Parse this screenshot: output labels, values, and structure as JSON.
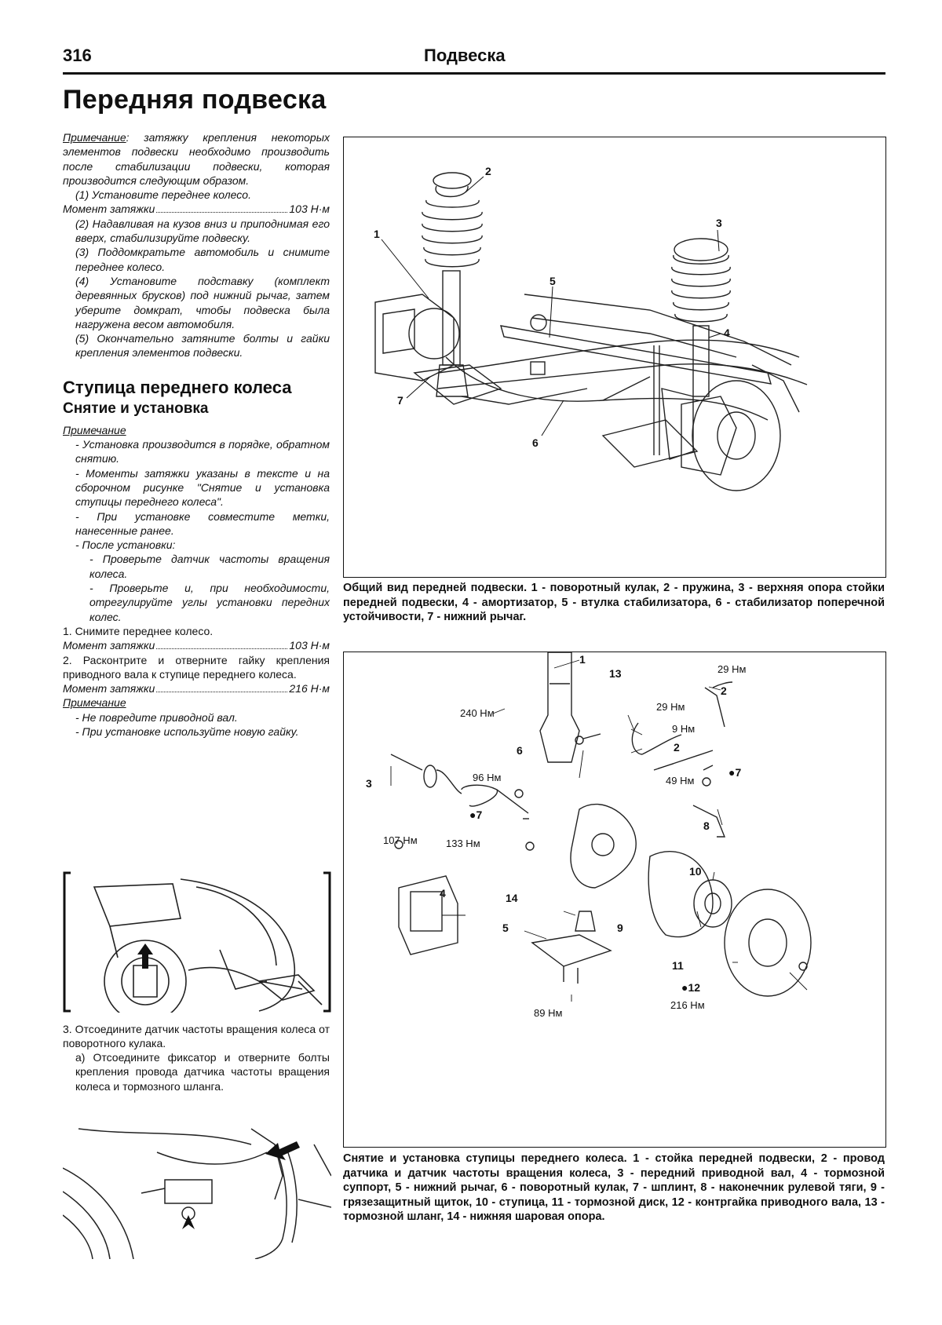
{
  "header": {
    "page_number": "316",
    "section": "Подвеска"
  },
  "main_title": "Передняя подвеска",
  "intro": {
    "note_label": "Примечание",
    "note_text": ": затяжку крепления некоторых элементов подвески необходимо производить после стабилизации подвески, которая производится следующим образом.",
    "step1": "(1) Установите переднее колесо.",
    "torque1_label": "Момент затяжки",
    "torque1_value": "103 Н·м",
    "step2": "(2) Надавливая на кузов вниз и приподнимая его вверх, стабилизируйте подвеску.",
    "step3": "(3) Поддомкратьте автомобиль и снимите переднее колесо.",
    "step4": "(4) Установите подставку (комплект деревянных брусков) под нижний рычаг, затем уберите домкрат, чтобы подвеска была нагружена весом автомобиля.",
    "step5": "(5) Окончательно затяните болты и гайки крепления элементов подвески."
  },
  "hub_section": {
    "title": "Ступица переднего колеса",
    "subtitle": "Снятие и установка",
    "note_label": "Примечание",
    "note_items": [
      "- Установка производится в порядке, обратном снятию.",
      "- Моменты затяжки указаны в тексте и на сборочном рисунке \"Снятие и установка ступицы переднего колеса\".",
      "- При установке совместите метки, нанесенные ранее.",
      "- После установки:",
      "- Проверьте датчик частоты вращения колеса.",
      "- Проверьте и, при необходимости, отрегулируйте углы установки передних колес."
    ],
    "step1": "1. Снимите переднее колесо.",
    "torque1_label": "Момент затяжки",
    "torque1_value": "103 Н·м",
    "step2": "2. Расконтрите и отверните гайку крепления приводного вала к ступице переднего колеса.",
    "torque2_label": "Момент затяжки",
    "torque2_value": "216 Н·м",
    "note2_label": "Примечание",
    "note2_items": [
      "- Не повредите приводной вал.",
      "- При установке используйте новую гайку."
    ],
    "step3": "3. Отсоедините датчик частоты вращения колеса от поворотного кулака.",
    "step3a": "а) Отсоедините фиксатор и отверните болты крепления провода датчика частоты вращения колеса и тормозного шланга."
  },
  "figure1": {
    "caption": "Общий вид передней подвески. 1 - поворотный кулак, 2 - пружина, 3 - верхняя опора стойки передней подвески, 4 - амортизатор, 5 - втулка стабилизатора, 6 - стабилизатор поперечной устойчивости, 7 - нижний рычаг.",
    "callouts": [
      "1",
      "2",
      "3",
      "4",
      "5",
      "6",
      "7"
    ]
  },
  "figure2": {
    "caption": "Снятие и установка ступицы переднего колеса. 1 - стойка передней подвески, 2 - провод датчика и датчик частоты вращения колеса, 3 - передний приводной вал, 4 - тормозной суппорт, 5 - нижний рычаг, 6 - поворотный кулак, 7 - шплинт, 8 - наконечник рулевой тяги, 9 - грязезащитный щиток, 10 - ступица, 11 - тормозной диск, 12 - контргайка приводного вала, 13 - тормозной шланг, 14 - нижняя шаровая опора.",
    "torques": {
      "t29a": "29 Нм",
      "t29b": "29 Нм",
      "t9": "9 Нм",
      "t240": "240 Нм",
      "t96": "96 Нм",
      "t49": "49 Нм",
      "t107": "107 Нм",
      "t133": "133 Нм",
      "t89": "89 Нм",
      "t216": "216 Нм"
    },
    "callouts": [
      "1",
      "2",
      "2",
      "3",
      "4",
      "5",
      "6",
      "●7",
      "●7",
      "8",
      "9",
      "10",
      "11",
      "●12",
      "13",
      "14"
    ]
  }
}
